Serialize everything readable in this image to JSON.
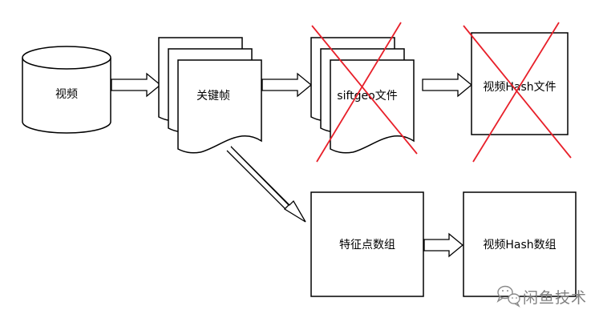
{
  "nodes": {
    "video": {
      "label": "视频"
    },
    "keyframes": {
      "label": "关键帧"
    },
    "siftgeo": {
      "label": "siftgeo文件"
    },
    "video_hash_file": {
      "label": "视频Hash文件"
    },
    "feature_array": {
      "label": "特征点数组"
    },
    "video_hash_array": {
      "label": "视频Hash数组"
    }
  },
  "watermark": {
    "text": "闲鱼技术",
    "logo_icon": "wechat-logo-icon"
  },
  "colors": {
    "stroke": "#000000",
    "cross": "#e8202a",
    "watermark": "#7f7f7f"
  }
}
